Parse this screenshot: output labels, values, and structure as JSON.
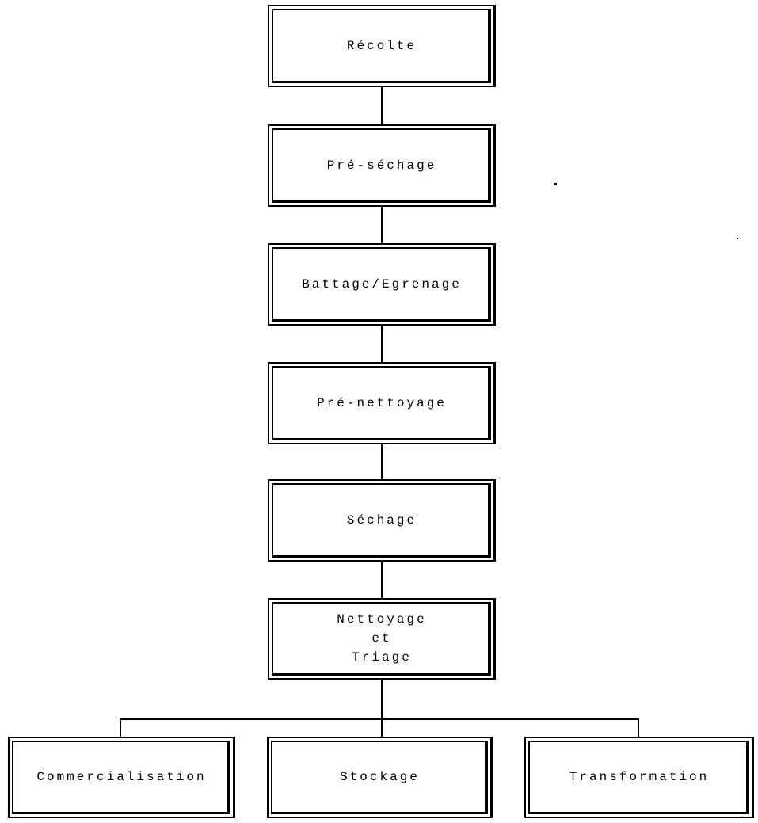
{
  "colors": {
    "ink": "#000000",
    "paper": "#ffffff"
  },
  "flowchart": {
    "nodes": [
      {
        "id": "recolte",
        "label": "Récolte"
      },
      {
        "id": "pre-sechage",
        "label": "Pré-séchage"
      },
      {
        "id": "battage-egrenage",
        "label": "Battage/Egrenage"
      },
      {
        "id": "pre-nettoyage",
        "label": "Pré-nettoyage"
      },
      {
        "id": "sechage",
        "label": "Séchage"
      },
      {
        "id": "nettoyage-triage",
        "label": "Nettoyage\net\nTriage"
      },
      {
        "id": "commercialisation",
        "label": "Commercialisation"
      },
      {
        "id": "stockage",
        "label": "Stockage"
      },
      {
        "id": "transformation",
        "label": "Transformation"
      }
    ],
    "edges": [
      {
        "from": "recolte",
        "to": "pre-sechage"
      },
      {
        "from": "pre-sechage",
        "to": "battage-egrenage"
      },
      {
        "from": "battage-egrenage",
        "to": "pre-nettoyage"
      },
      {
        "from": "pre-nettoyage",
        "to": "sechage"
      },
      {
        "from": "sechage",
        "to": "nettoyage-triage"
      },
      {
        "from": "nettoyage-triage",
        "to": "commercialisation"
      },
      {
        "from": "nettoyage-triage",
        "to": "stockage"
      },
      {
        "from": "nettoyage-triage",
        "to": "transformation"
      }
    ]
  }
}
